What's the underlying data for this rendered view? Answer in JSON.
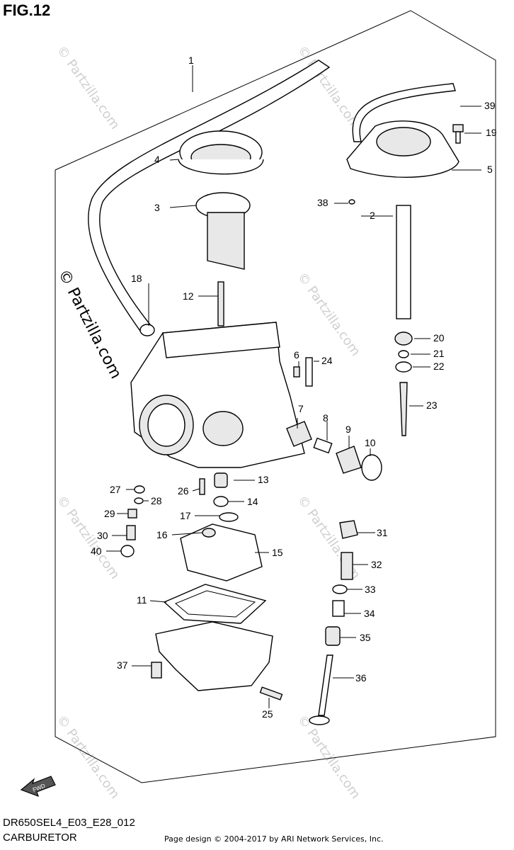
{
  "figure": {
    "title": "FIG.12",
    "model_code": "DR650SEL4_E03_E28_012",
    "assembly_name": "CARBURETOR",
    "credit": "Page design © 2004-2017 by ARI Network Services, Inc."
  },
  "watermark": {
    "main": "© Partzilla.com",
    "repeat": "© Partzilla.com"
  },
  "fwd_label": "FWD",
  "callouts": [
    "1",
    "2",
    "3",
    "4",
    "5",
    "6",
    "7",
    "8",
    "9",
    "10",
    "11",
    "12",
    "13",
    "14",
    "15",
    "16",
    "17",
    "18",
    "19",
    "20",
    "21",
    "22",
    "23",
    "24",
    "25",
    "26",
    "27",
    "28",
    "29",
    "30",
    "31",
    "32",
    "33",
    "34",
    "35",
    "36",
    "37",
    "38",
    "39",
    "40"
  ]
}
